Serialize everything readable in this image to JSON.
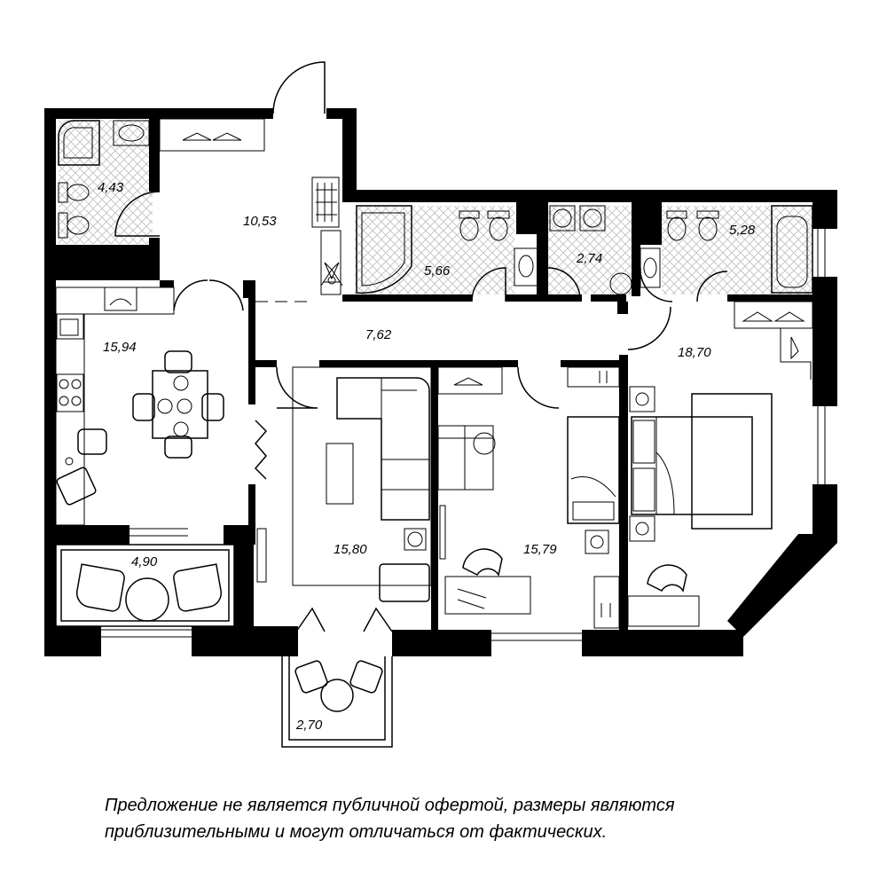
{
  "rooms": [
    {
      "id": "bath-small",
      "area": "4,43"
    },
    {
      "id": "hall",
      "area": "10,53"
    },
    {
      "id": "bath-main",
      "area": "5,66"
    },
    {
      "id": "wc",
      "area": "2,74"
    },
    {
      "id": "bath-master",
      "area": "5,28"
    },
    {
      "id": "kitchen",
      "area": "15,94"
    },
    {
      "id": "corridor",
      "area": "7,62"
    },
    {
      "id": "bedroom-master",
      "area": "18,70"
    },
    {
      "id": "living",
      "area": "15,80"
    },
    {
      "id": "bedroom",
      "area": "15,79"
    },
    {
      "id": "loggia-left",
      "area": "4,90"
    },
    {
      "id": "balcony",
      "area": "2,70"
    }
  ],
  "disclaimer": {
    "line1": "Предложение не является публичной офертой, размеры являются",
    "line2": "приблизительными и могут отличаться от фактических."
  },
  "colors": {
    "ink": "#000000",
    "paper": "#ffffff"
  },
  "icons": [
    "door-swing-icon",
    "wardrobe-hanger-icon",
    "bathtub-icon",
    "toilet-icon",
    "sink-icon",
    "shower-icon",
    "washing-machine-icon",
    "stove-icon",
    "dining-table-icon",
    "sofa-icon",
    "bed-icon",
    "desk-icon",
    "armchair-icon",
    "plant-icon"
  ]
}
